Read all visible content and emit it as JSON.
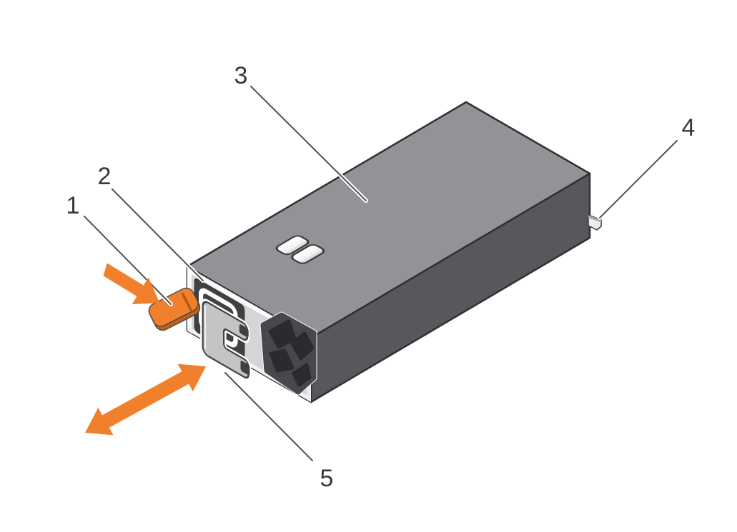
{
  "figure": {
    "description": "Isometric technical illustration of a cabled power supply unit with numbered callouts",
    "background_color": "#FFFFFF"
  },
  "callouts": [
    {
      "label": "1",
      "target": "release-latch"
    },
    {
      "label": "2",
      "target": "power-connector-socket"
    },
    {
      "label": "3",
      "target": "power-supply-unit"
    },
    {
      "label": "4",
      "target": "power-cable-connector"
    },
    {
      "label": "5",
      "target": "power-supply-handle"
    }
  ],
  "icons": {
    "push_arrow": "solid orange arrow pointing at release latch",
    "slide_arrow": "double-headed orange arrow showing remove/insert direction"
  },
  "colors": {
    "accent_orange": "#F0802C",
    "accent_orange_dark": "#C3611B",
    "psu_top": "#919396",
    "psu_side": "#57585B",
    "psu_front": "#D4D5D7",
    "recess_dark": "#3F4143",
    "fan_dark": "#46484C",
    "fan_blades": "#2A2B2F",
    "outline": "#2F3032",
    "leader_line": "#515257",
    "label_text": "#383838"
  }
}
